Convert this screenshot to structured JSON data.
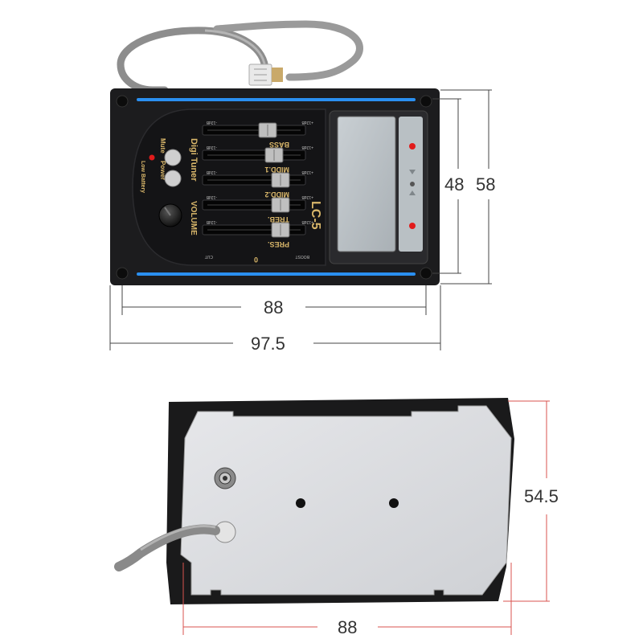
{
  "product": {
    "model_label": "LC-5",
    "tuner_label": "Digi Tuner",
    "mute_label": "Mute",
    "power_label": "Power",
    "low_battery_label": "Low Battery",
    "volume_label": "VOLUME",
    "sliders": [
      {
        "label": "BASS"
      },
      {
        "label": "MIDD.1"
      },
      {
        "label": "MIDD.2"
      },
      {
        "label": "TREB."
      },
      {
        "label": "PRES."
      }
    ],
    "scale_plus": "+12dB",
    "scale_minus": "-12dB",
    "cut_label": "CUT",
    "zero_label": "0",
    "boost_label": "BOOST"
  },
  "dimensions": {
    "top_width_inner": "88",
    "top_width_outer": "97.5",
    "top_height_inner": "48",
    "top_height_outer": "58",
    "bottom_height": "54.5",
    "bottom_width": "88"
  },
  "colors": {
    "body": "#1c1c1e",
    "accent_blue": "#2a8ff0",
    "label_gold": "#d8b66a",
    "dimension_red": "#d9534f",
    "plate": "#dcdde0"
  }
}
